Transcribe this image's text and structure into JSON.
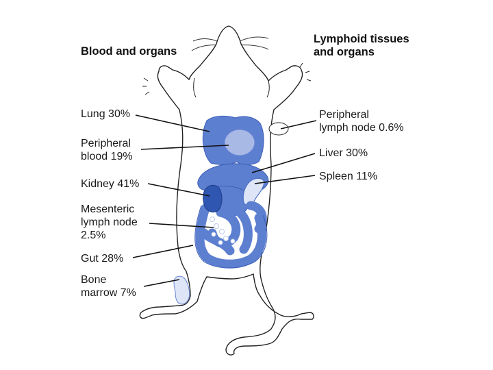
{
  "headings": {
    "left": "Blood and organs",
    "right": "Lymphoid tissues\nand organs"
  },
  "labels": {
    "lung": "Lung 30%",
    "peripheral_blood": "Peripheral\nblood 19%",
    "kidney": "Kidney 41%",
    "mesenteric_lymph_node": "Mesenteric\nlymph node\n2.5%",
    "gut": "Gut 28%",
    "bone_marrow": "Bone\nmarrow 7%",
    "peripheral_lymph_node": "Peripheral\nlymph node 0.6%",
    "liver": "Liver 30%",
    "spleen": "Spleen 11%"
  },
  "colors": {
    "organ_blue": "#5d7fd0",
    "organ_dark": "#3d5fb8",
    "kidney_blue": "#2f56b0",
    "blood_light": "#a9b9e6",
    "lymph_light": "#dde5f7",
    "outline": "#222222",
    "label_text": "#1a1a1a"
  }
}
